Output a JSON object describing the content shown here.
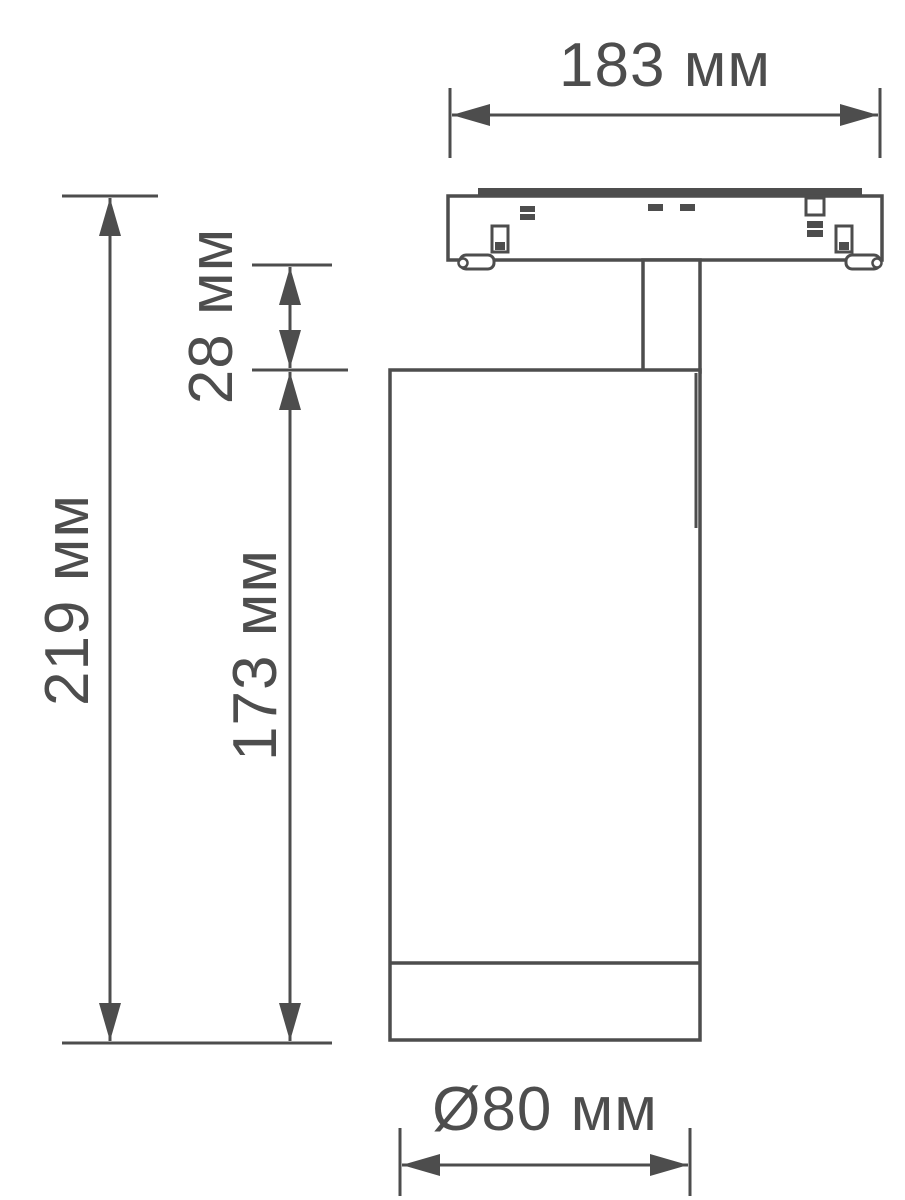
{
  "drawing": {
    "type": "technical-dimension-drawing",
    "subject": "track-mounted cylindrical spotlight, side view",
    "line_color": "#4d4d4d",
    "background_color": "#ffffff",
    "unit": "мм",
    "dimensions": {
      "track_adapter_width": {
        "label": "183 мм",
        "value": 183
      },
      "total_height": {
        "label": "219 мм",
        "value": 219
      },
      "stem_height": {
        "label": "28 мм",
        "value": 28
      },
      "body_height": {
        "label": "173 мм",
        "value": 173
      },
      "body_diameter": {
        "label": "Ø80 мм",
        "value": 80
      }
    }
  }
}
